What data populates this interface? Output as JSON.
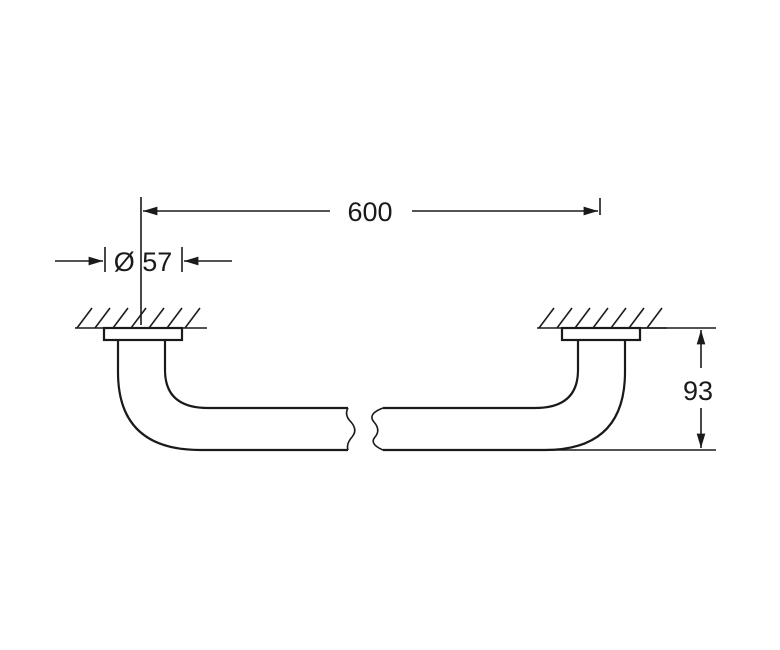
{
  "dimensions": {
    "length": "600",
    "diameter": "Ø 57",
    "projection": "93"
  },
  "colors": {
    "ink": "#1a1a1a",
    "background": "#ffffff"
  }
}
